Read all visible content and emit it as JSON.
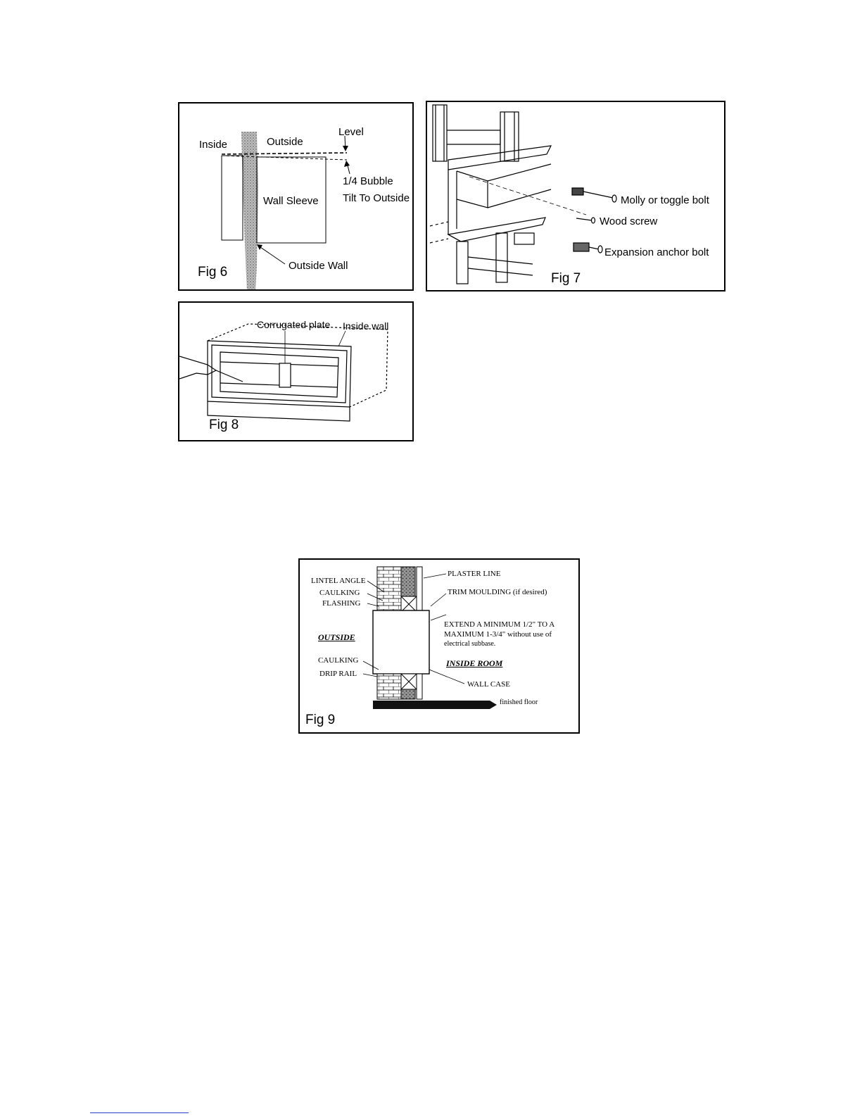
{
  "fig6": {
    "caption": "Fig 6",
    "inside": "Inside",
    "outside": "Outside",
    "level": "Level",
    "bubble": "1/4 Bubble",
    "tilt": "Tilt To Outside",
    "sleeve": "Wall Sleeve",
    "outside_wall": "Outside Wall"
  },
  "fig7": {
    "caption": "Fig 7",
    "molly": "Molly or toggle bolt",
    "wood_screw": "Wood screw",
    "anchor": "Expansion anchor bolt"
  },
  "fig8": {
    "caption": "Fig 8",
    "corrugated": "Corrugated plate",
    "inside_wall": "Inside wall"
  },
  "fig9": {
    "caption": "Fig 9",
    "lintel": "LINTEL ANGLE",
    "caulking_top": "CAULKING",
    "flashing": "FLASHING",
    "outside": "OUTSIDE",
    "caulking_bottom": "CAULKING",
    "drip_rail": "DRIP RAIL",
    "plaster": "PLASTER LINE",
    "trim": "TRIM MOULDING (if desired)",
    "extend_1": "EXTEND A MINIMUM 1/2\" TO A",
    "extend_2": "MAXIMUM 1-3/4\" without use of",
    "extend_3": "electrical subbase.",
    "inside_room": "INSIDE ROOM",
    "wall_case": "WALL CASE",
    "floor": "finished floor"
  }
}
